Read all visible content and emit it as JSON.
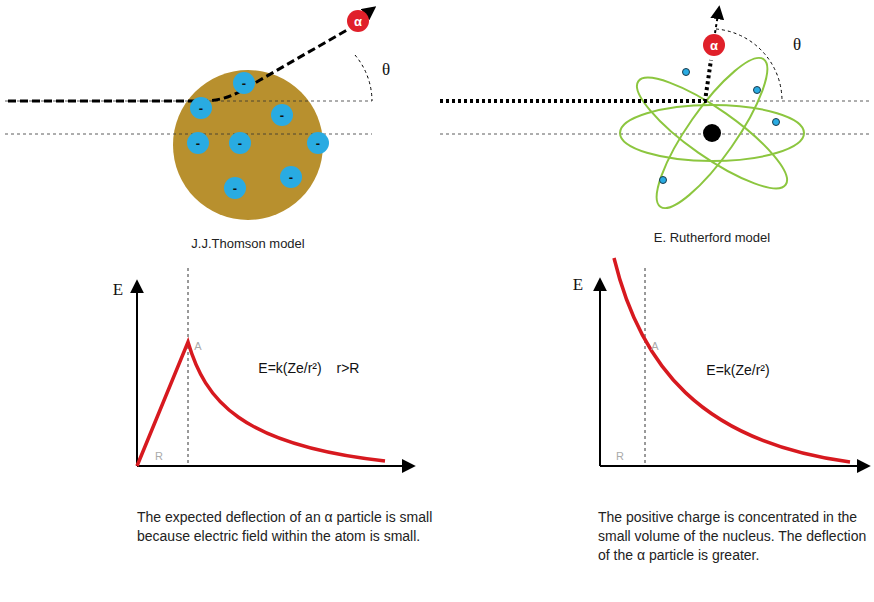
{
  "diagram": {
    "nodes": [
      {
        "text": [
          "α"
        ]
      },
      {
        "text": [
          "-"
        ]
      },
      {
        "text": [
          "-"
        ]
      },
      {
        "text": [
          "-"
        ]
      },
      {
        "text": [
          "-"
        ]
      },
      {
        "text": [
          "-"
        ]
      },
      {
        "text": [
          "-"
        ]
      },
      {
        "text": [
          "-"
        ]
      },
      {
        "text": [
          "-"
        ]
      },
      {
        "text": [
          "α"
        ]
      }
    ],
    "labels": [
      "θ",
      "J.J.Thomson model",
      "E",
      "A",
      "E=k(Ze/r²)",
      "r>R",
      "R",
      "θ",
      "E. Rutherford model",
      "E",
      "A",
      "E=k(Ze/r²)",
      "R",
      "The expected deflection of an α particle is small because electric field within the atom is small.",
      "The positive charge is concentrated in the small volume of the nucleus. The deflection of the α particle is greater."
    ]
  }
}
